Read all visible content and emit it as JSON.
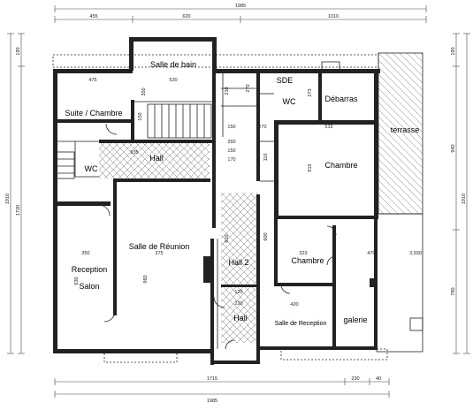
{
  "colors": {
    "wall": "#222222",
    "line": "#444444",
    "hatch": "#777777",
    "background": "#ffffff"
  },
  "dimensions": {
    "top_total": "1985",
    "top_segments": [
      "455",
      "620",
      "1010"
    ],
    "bottom_total": "1985",
    "bottom_segments": [
      "1715",
      "230",
      "40"
    ],
    "left_outer": "1910",
    "left_inner": "1720",
    "left_top": "190",
    "right_outer": "1910",
    "right_top": "190",
    "right_mid": "940",
    "right_low": "780"
  },
  "rooms": {
    "salle_de_bain": "Salle de bain",
    "sde": "SDE",
    "wc_top": "WC",
    "debarras": "Débarras",
    "suite_chambre": "Suite / Chambre",
    "terrasse": "terrasse",
    "hall": "Hall",
    "wc_left": "WC",
    "chambre_right": "Chambre",
    "salle_de_reunion": "Salle de Réunion",
    "reception": "Reception",
    "salon": "Salon",
    "hall_2": "Hall 2",
    "chambre_mid": "Chambre",
    "hall_small": "Hall",
    "salle_de_reception": "Salle de Reception",
    "galerie": "galerie"
  },
  "inner_dims": {
    "d475": "475",
    "d520": "520",
    "d350a": "350",
    "d150a": "150",
    "d210": "210",
    "d270a": "270",
    "d273": "273",
    "d270b": "270",
    "d150b": "150",
    "d515": "515",
    "d935": "935",
    "d260": "260",
    "d915": "915",
    "d150c": "150",
    "d170": "170",
    "d110": "110",
    "d350b": "350",
    "d375": "375",
    "d960": "960",
    "d630": "630",
    "d610": "610",
    "d600": "600",
    "d323": "323",
    "d470": "470",
    "d3930": "3,930",
    "d120": "120",
    "d420": "420",
    "d220": "220"
  }
}
